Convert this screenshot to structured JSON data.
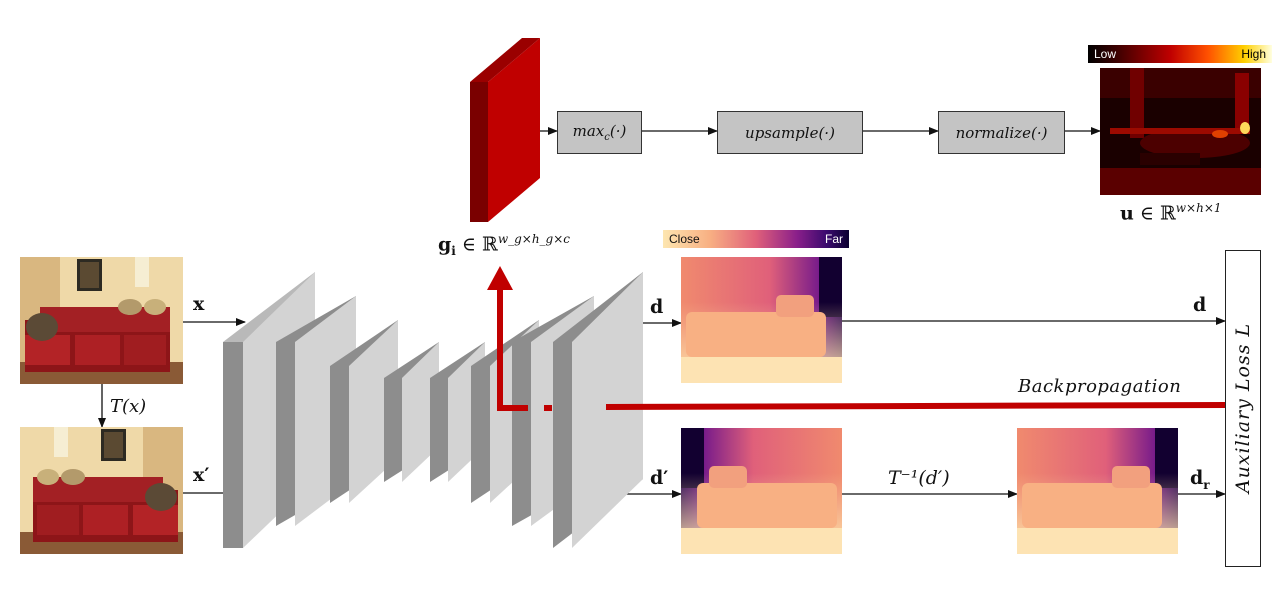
{
  "labels": {
    "x": "x",
    "x_prime": "x′",
    "transform": "T(x)",
    "d": "d",
    "d_prime": "d′",
    "d_out": "d",
    "d_r": "d",
    "d_r_sub": "r",
    "inverse": "T⁻¹(d′)",
    "backprop": "Backpropagation",
    "aux_loss": "Auxiliary Loss L",
    "g_main": "g",
    "g_sub": "i",
    "g_space": "∈ ℝ",
    "g_sup": "w_g×h_g×c",
    "u_main": "u",
    "u_space": "∈ ℝ",
    "u_sup": "w×h×1"
  },
  "ops": {
    "max": "max_c(·)",
    "upsample": "upsample(·)",
    "normalize": "normalize(·)"
  },
  "colorbars": {
    "heat_low": "Low",
    "heat_high": "High",
    "depth_close": "Close",
    "depth_far": "Far"
  },
  "colors": {
    "red": "#c00000",
    "dark_red": "#7a0000",
    "layer_front": "#d2d2d2",
    "layer_side": "#8e8e8e",
    "layer_top": "#b8b8b8"
  }
}
